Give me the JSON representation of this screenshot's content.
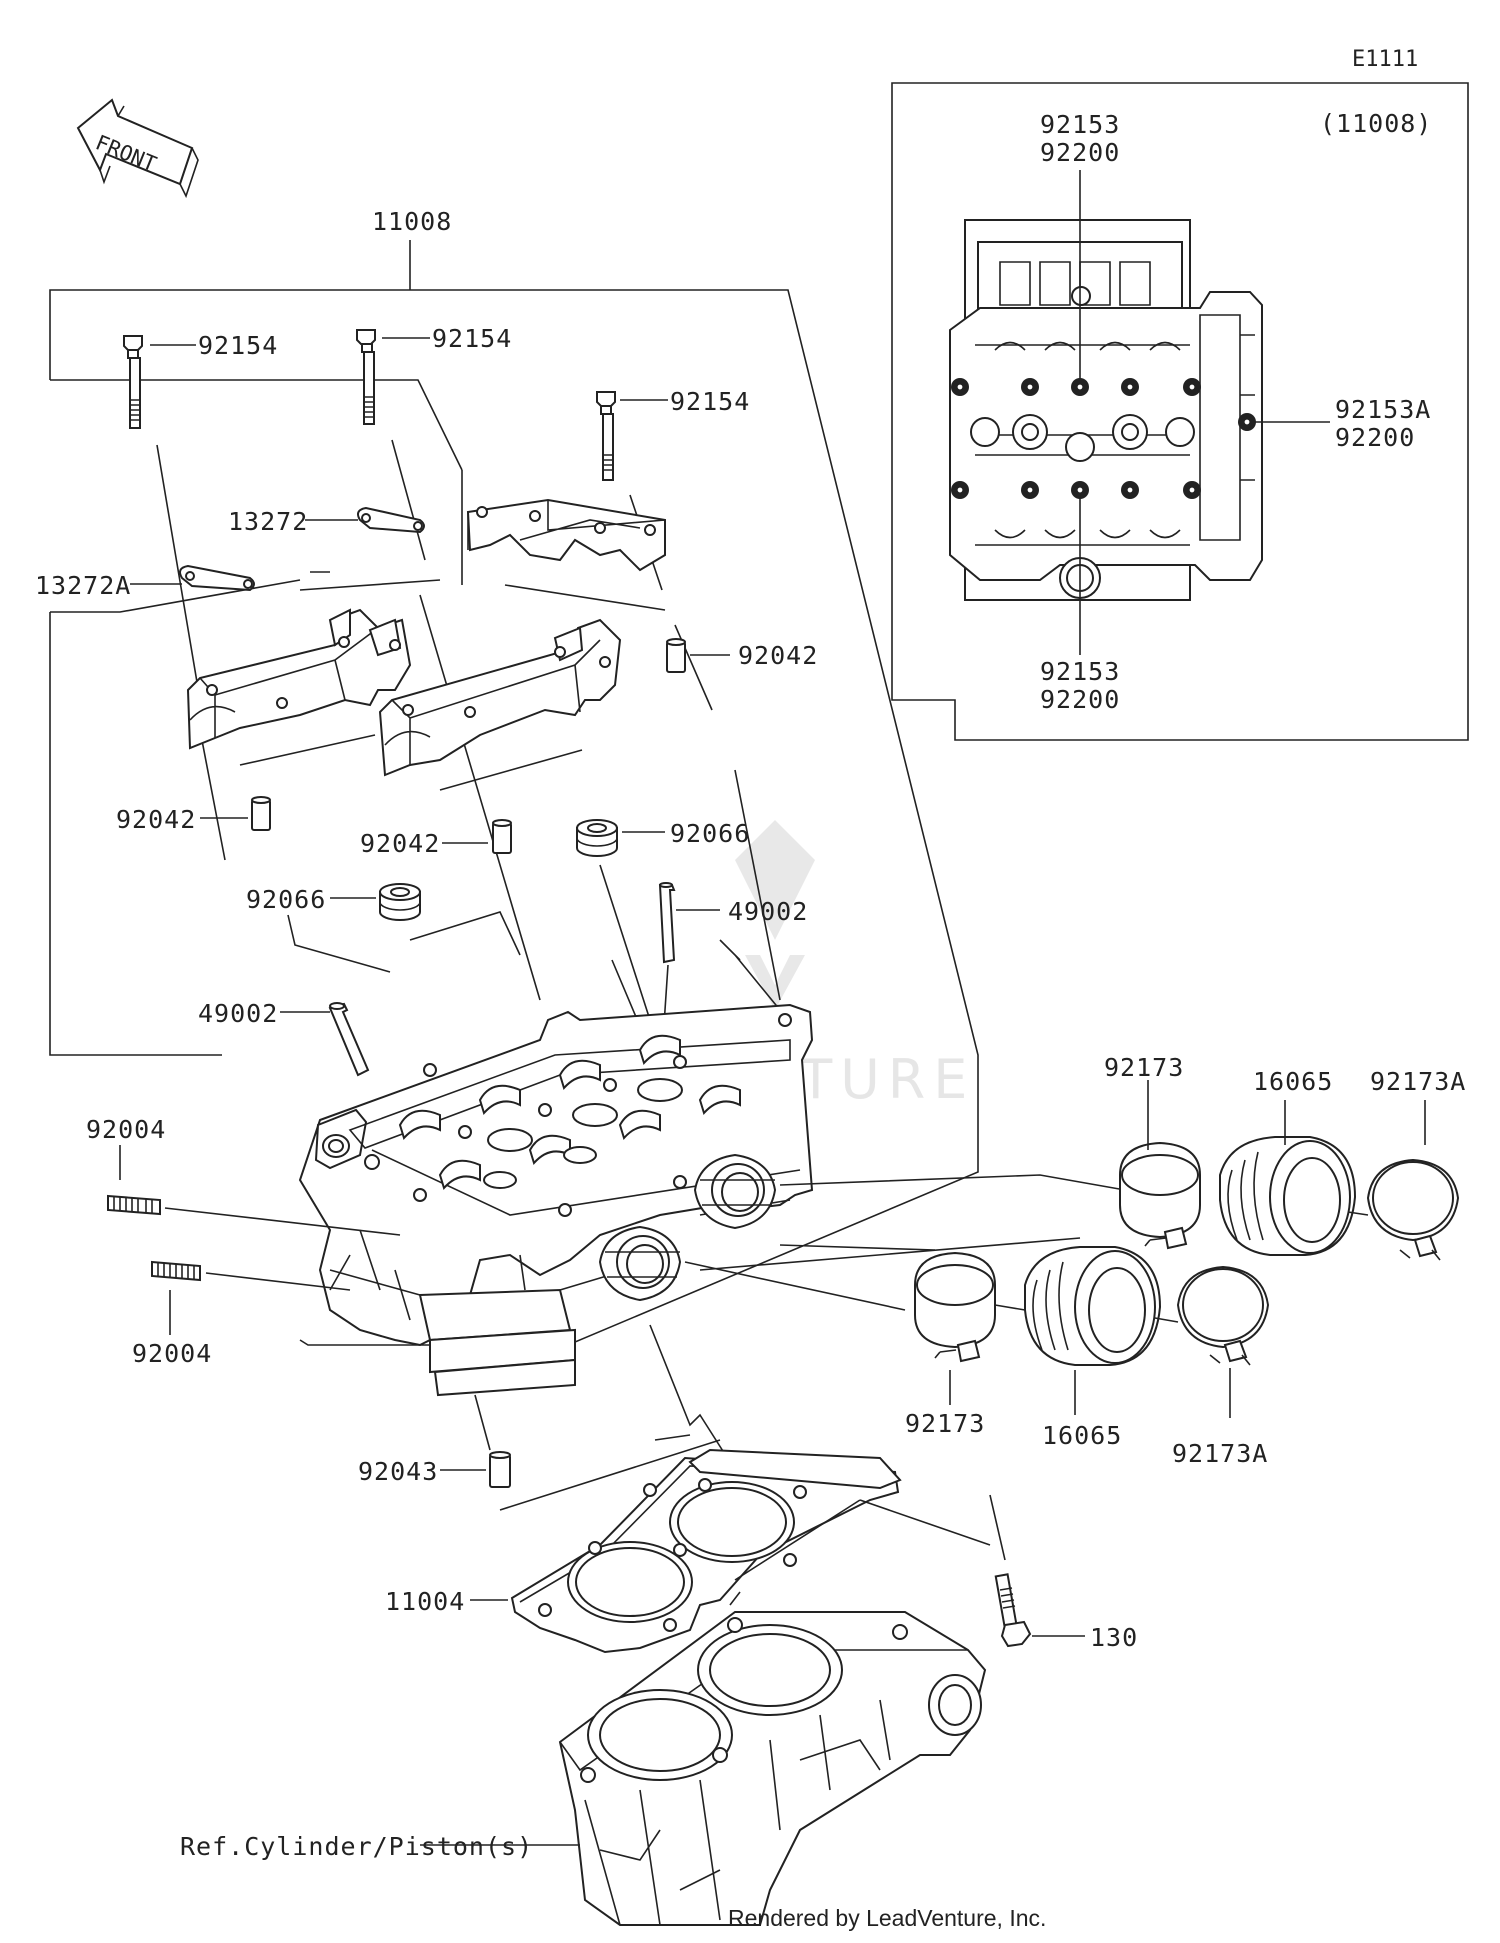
{
  "diagram_code": "E1111",
  "front_label": "FRONT",
  "inset": {
    "assembly_ref": "(11008)"
  },
  "watermark": "LEADVENTURE",
  "footer": "Rendered by LeadVenture, Inc.",
  "callouts": [
    {
      "id": "c-11008",
      "text": "11008"
    },
    {
      "id": "c-92154-a",
      "text": "92154"
    },
    {
      "id": "c-92154-b",
      "text": "92154"
    },
    {
      "id": "c-92154-c",
      "text": "92154"
    },
    {
      "id": "c-13272",
      "text": "13272"
    },
    {
      "id": "c-13272a",
      "text": "13272A"
    },
    {
      "id": "c-92042-a",
      "text": "92042"
    },
    {
      "id": "c-92042-b",
      "text": "92042"
    },
    {
      "id": "c-92042-c",
      "text": "92042"
    },
    {
      "id": "c-92066-a",
      "text": "92066"
    },
    {
      "id": "c-92066-b",
      "text": "92066"
    },
    {
      "id": "c-49002-a",
      "text": "49002"
    },
    {
      "id": "c-49002-b",
      "text": "49002"
    },
    {
      "id": "c-92004-a",
      "text": "92004"
    },
    {
      "id": "c-92004-b",
      "text": "92004"
    },
    {
      "id": "c-92173-top",
      "text": "92173"
    },
    {
      "id": "c-16065-top",
      "text": "16065"
    },
    {
      "id": "c-92173a-top",
      "text": "92173A"
    },
    {
      "id": "c-92173-bot",
      "text": "92173"
    },
    {
      "id": "c-16065-bot",
      "text": "16065"
    },
    {
      "id": "c-92173a-bot",
      "text": "92173A"
    },
    {
      "id": "c-92043",
      "text": "92043"
    },
    {
      "id": "c-11004",
      "text": "11004"
    },
    {
      "id": "c-130",
      "text": "130"
    },
    {
      "id": "c-ref-cyl",
      "text": "Ref.Cylinder/Piston(s)"
    },
    {
      "id": "c-92153-top",
      "text": "92153"
    },
    {
      "id": "c-92200-top",
      "text": "92200"
    },
    {
      "id": "c-92153a",
      "text": "92153A"
    },
    {
      "id": "c-92200-mid",
      "text": "92200"
    },
    {
      "id": "c-92153-bot",
      "text": "92153"
    },
    {
      "id": "c-92200-bot",
      "text": "92200"
    }
  ]
}
